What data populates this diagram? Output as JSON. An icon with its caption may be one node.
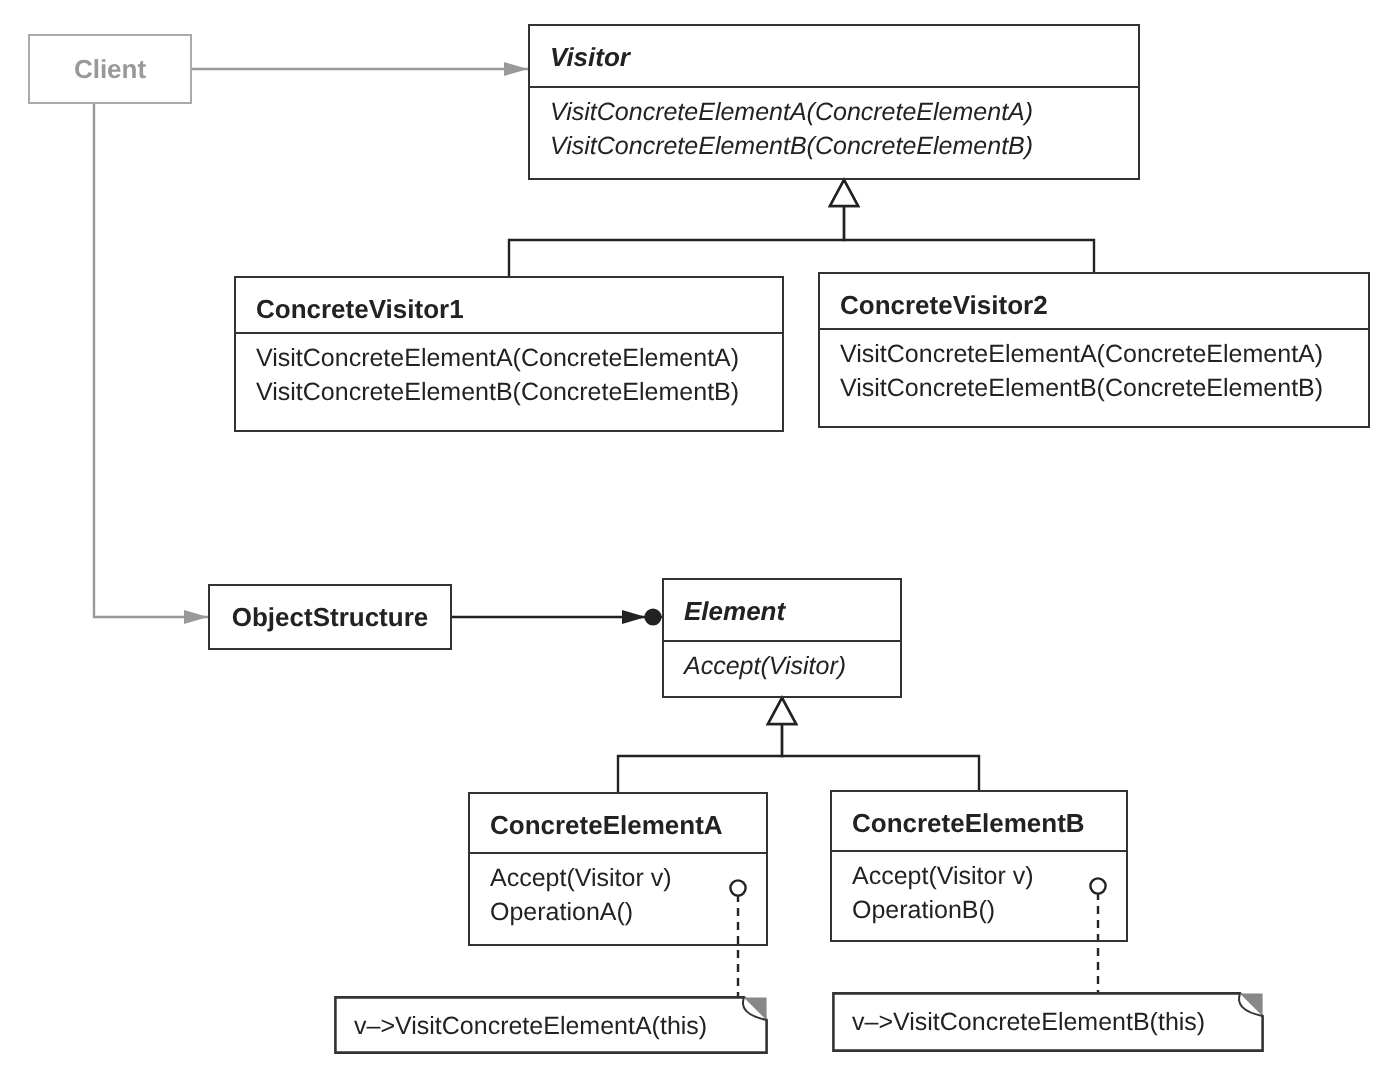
{
  "diagram": {
    "nodes": [
      {
        "text": [
          "Client"
        ]
      },
      {
        "text": [
          "Visitor",
          "VisitConcreteElementA(ConcreteElementA)",
          "VisitConcreteElementB(ConcreteElementB)"
        ]
      },
      {
        "text": [
          "ConcreteVisitor1",
          "VisitConcreteElementA(ConcreteElementA)",
          "VisitConcreteElementB(ConcreteElementB)"
        ]
      },
      {
        "text": [
          "ConcreteVisitor2",
          "VisitConcreteElementA(ConcreteElementA)",
          "VisitConcreteElementB(ConcreteElementB)"
        ]
      },
      {
        "text": [
          "ObjectStructure"
        ]
      },
      {
        "text": [
          "Element",
          "Accept(Visitor)"
        ]
      },
      {
        "text": [
          "ConcreteElementA",
          "Accept(Visitor v)",
          "OperationA()"
        ]
      },
      {
        "text": [
          "ConcreteElementB",
          "Accept(Visitor v)",
          "OperationB()"
        ]
      },
      {
        "text": [
          "v–>VisitConcreteElementA(this)"
        ]
      },
      {
        "text": [
          "v–>VisitConcreteElementB(this)"
        ]
      }
    ],
    "edges": [
      {
        "from": 0,
        "to": 1,
        "arrow": "to",
        "color": "#999999"
      },
      {
        "from": 0,
        "to": 4,
        "arrow": "to",
        "color": "#999999"
      },
      {
        "from": 2,
        "to": 1,
        "arrow": "to"
      },
      {
        "from": 3,
        "to": 1,
        "arrow": "to"
      },
      {
        "from": 4,
        "to": 5,
        "arrow": "to"
      },
      {
        "from": 6,
        "to": 5,
        "arrow": "to"
      },
      {
        "from": 7,
        "to": 5,
        "arrow": "to"
      },
      {
        "from": 6,
        "to": 8,
        "arrow": "other",
        "style": "dashed"
      },
      {
        "from": 7,
        "to": 9,
        "arrow": "other",
        "style": "dashed"
      }
    ]
  }
}
